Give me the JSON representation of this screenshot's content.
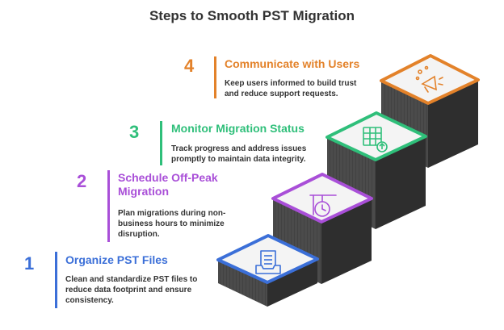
{
  "title": "Steps to Smooth PST Migration",
  "colors": {
    "step1": "#3b6fd8",
    "step2": "#a94fd8",
    "step3": "#2fbf7a",
    "step4": "#e3822a",
    "stair_side": "#4a4a4a",
    "stair_top": "#f0f0f0"
  },
  "steps": [
    {
      "number": "1",
      "title": "Organize PST Files",
      "description_lines": [
        "Clean and standardize PST files to",
        "reduce data footprint and ensure",
        "consistency."
      ],
      "icon": "document-tray-icon"
    },
    {
      "number": "2",
      "title_lines": [
        "Schedule Off-Peak",
        "Migration"
      ],
      "description_lines": [
        "Plan migrations during non-",
        "business hours to minimize",
        "disruption."
      ],
      "icon": "hanging-clock-icon"
    },
    {
      "number": "3",
      "title": "Monitor Migration Status",
      "description_lines": [
        "Track progress and address issues",
        "promptly to maintain data integrity."
      ],
      "icon": "table-upload-icon"
    },
    {
      "number": "4",
      "title": "Communicate with Users",
      "description_lines": [
        "Keep users informed to build trust",
        "and reduce support requests."
      ],
      "icon": "megaphone-icon"
    }
  ]
}
